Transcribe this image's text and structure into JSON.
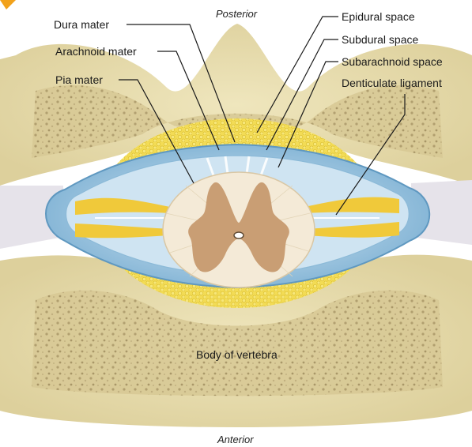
{
  "orientation": {
    "top": "Posterior",
    "bottom": "Anterior"
  },
  "labels_left": [
    "Dura mater",
    "Arachnoid mater",
    "Pia mater"
  ],
  "labels_right": [
    "Epidural space",
    "Subdural space",
    "Subarachnoid space",
    "Denticulate ligament"
  ],
  "center_label": "Body of vertebra",
  "colors": {
    "bone": "#e9dfae",
    "bone_dark": "#c8b98a",
    "fat": "#f1d548",
    "dura": "#a9cde3",
    "csf": "#c4def0",
    "white_matter": "#f4ead7",
    "gray_matter": "#c99e74",
    "accent": "#f2a21b"
  }
}
